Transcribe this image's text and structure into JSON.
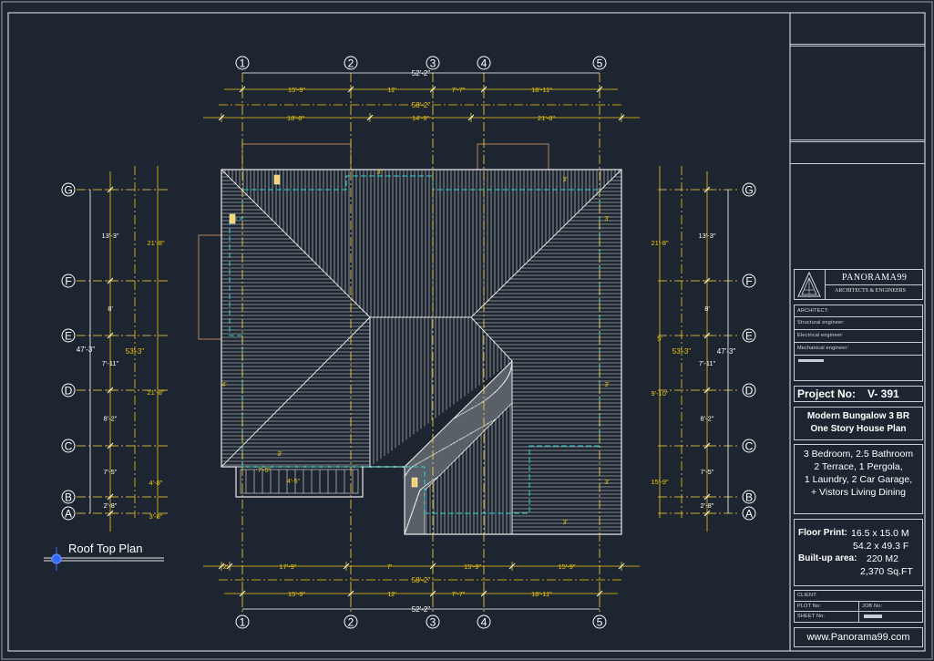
{
  "drawing": {
    "title": "Roof Top Plan",
    "col_axes": [
      "1",
      "2",
      "3",
      "4",
      "5"
    ],
    "row_axes": [
      "G",
      "F",
      "E",
      "D",
      "C",
      "B",
      "A"
    ],
    "dims_top": {
      "total_grid": "52'-2\"",
      "grid_spans": [
        "15'-9\"",
        "12'",
        "7'-7\"",
        "18'-11\""
      ],
      "total_roof": "58'-2\"",
      "roof_spans": [
        "18'-8\"",
        "14'-9\"",
        "21'-8\""
      ]
    },
    "dims_bottom": {
      "roof_spans": [
        "2'",
        "17'-9\"",
        "7'",
        "15'-9\"",
        "15'-9\""
      ],
      "total_roof": "58'-2\"",
      "grid_spans": [
        "15'-9\"",
        "12'",
        "7'-7\"",
        "18'-11\""
      ],
      "total_grid": "52'-2\""
    },
    "dims_left": {
      "grid_spans": [
        "13'-3\"",
        "8'",
        "7'-11\"",
        "8'-2\"",
        "7'-5\"",
        "2'-8\""
      ],
      "total_grid": "47'-3\"",
      "total_roof": "53'-3\"",
      "roof_spans": [
        "21'-8\"",
        "21'-8\"",
        "4'-8\"",
        "3'-8\""
      ]
    },
    "dims_right": {
      "grid_spans": [
        "13'-3\"",
        "8'",
        "7'-11\"",
        "8'-2\"",
        "7'-5\"",
        "2'-8\""
      ],
      "total_grid": "47'-3\"",
      "total_roof": "53'-3\"",
      "roof_spans": [
        "21'-8\"",
        "9'-10\"",
        "15'-9\"",
        "5'"
      ]
    },
    "roof_notes": [
      "3'",
      "3'",
      "3'",
      "3'",
      "3'",
      "3'",
      "3'",
      "4'",
      "7'-5\"",
      "4'-5\""
    ]
  },
  "title_block": {
    "firm_name": "PANORAMA99",
    "firm_sub": "ARCHITECTS & ENGINEERS",
    "architect": "ARCHITECT:",
    "structural": "Structural engineer:",
    "electrical": "Electrical engineer:",
    "mechanical": "Mechanical engineer:",
    "project_label": "Project No:",
    "project_no": "V- 391",
    "plan_title_1": "Modern Bungalow 3 BR",
    "plan_title_2": "One Story House Plan",
    "features": [
      "3 Bedroom, 2.5 Bathroom",
      "2 Terrace, 1 Pergola,",
      "1 Laundry, 2 Car Garage,",
      "+ Vistors Living Dining"
    ],
    "floor_print_label": "Floor Print:",
    "floor_print_1": "16.5 x 15.0 M",
    "floor_print_2": "54.2 x 49.3 F",
    "builtup_label": "Built-up area:",
    "builtup_1": "220 M2",
    "builtup_2": "2,370 Sq.FT",
    "client": "CLIENT:",
    "plot_no": "PLOT No:",
    "job_no": "JOB No:",
    "sheet_no": "SHEET No:",
    "website": "www.Panorama99.com"
  },
  "colors": {
    "background": "#1d2530",
    "dimension": "#f2c811",
    "grid_axis": "#ffd84a",
    "roof_lines": "#e8e8e8",
    "eave_line": "#2ad1d1",
    "marker": "#f5d36b",
    "frame": "#c9ced4",
    "wall_brown": "#b5835a"
  }
}
